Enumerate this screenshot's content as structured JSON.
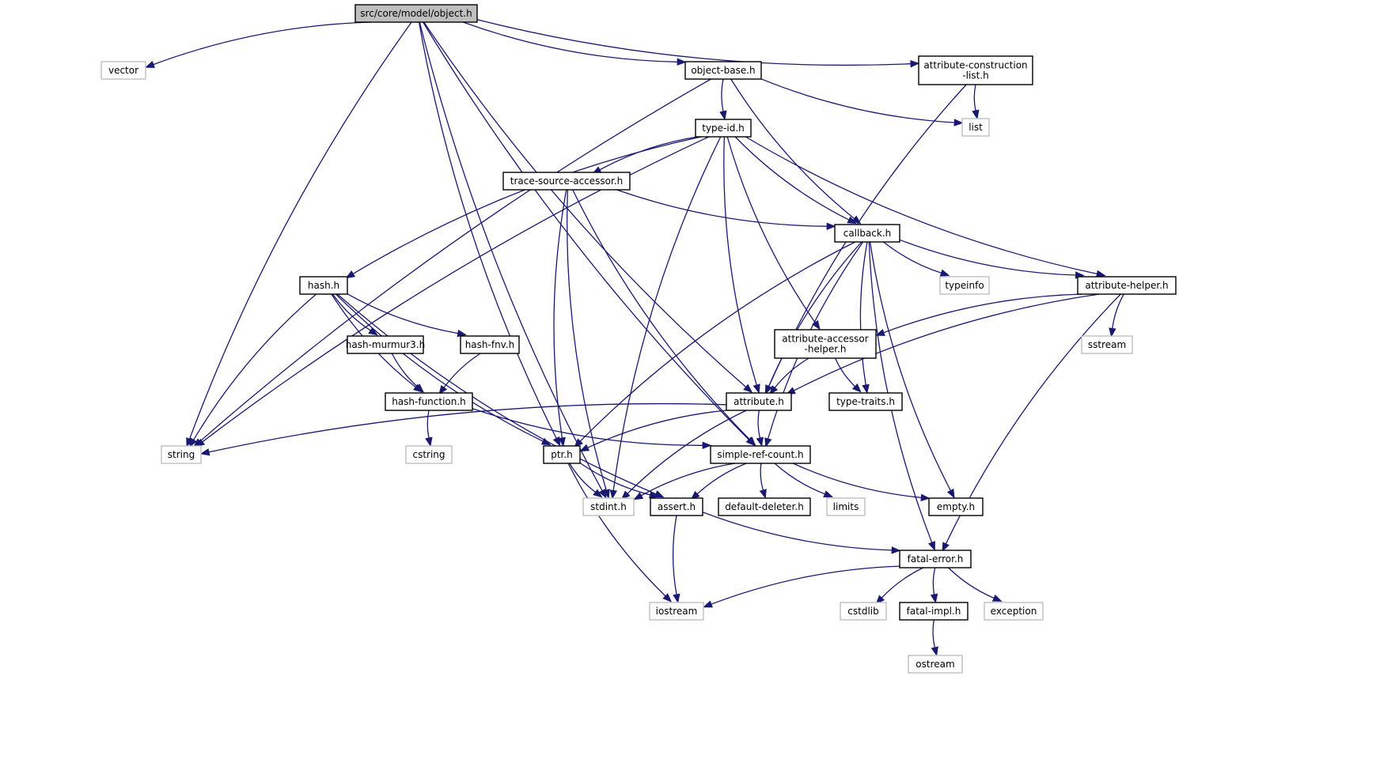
{
  "graph": {
    "colors": {
      "edge": "#191970",
      "root_fill": "#bfbfbf",
      "local_border": "#000000",
      "external_border": "#bfbfbf"
    },
    "nodes": [
      {
        "id": "object",
        "lines": [
          "src/core/model/object.h"
        ],
        "kind": "root"
      },
      {
        "id": "vector",
        "lines": [
          "vector"
        ],
        "kind": "external"
      },
      {
        "id": "object_base",
        "lines": [
          "object-base.h"
        ],
        "kind": "local"
      },
      {
        "id": "attr_constr",
        "lines": [
          "attribute-construction",
          "-list.h"
        ],
        "kind": "local"
      },
      {
        "id": "list",
        "lines": [
          "list"
        ],
        "kind": "external"
      },
      {
        "id": "type_id",
        "lines": [
          "type-id.h"
        ],
        "kind": "local"
      },
      {
        "id": "trace_src",
        "lines": [
          "trace-source-accessor.h"
        ],
        "kind": "local"
      },
      {
        "id": "callback",
        "lines": [
          "callback.h"
        ],
        "kind": "local"
      },
      {
        "id": "hash",
        "lines": [
          "hash.h"
        ],
        "kind": "local"
      },
      {
        "id": "typeinfo",
        "lines": [
          "typeinfo"
        ],
        "kind": "external"
      },
      {
        "id": "attr_helper",
        "lines": [
          "attribute-helper.h"
        ],
        "kind": "local"
      },
      {
        "id": "hash_murmur",
        "lines": [
          "hash-murmur3.h"
        ],
        "kind": "local"
      },
      {
        "id": "hash_fnv",
        "lines": [
          "hash-fnv.h"
        ],
        "kind": "local"
      },
      {
        "id": "attr_acc_helper",
        "lines": [
          "attribute-accessor",
          "-helper.h"
        ],
        "kind": "local"
      },
      {
        "id": "sstream",
        "lines": [
          "sstream"
        ],
        "kind": "external"
      },
      {
        "id": "hash_function",
        "lines": [
          "hash-function.h"
        ],
        "kind": "local"
      },
      {
        "id": "attribute",
        "lines": [
          "attribute.h"
        ],
        "kind": "local"
      },
      {
        "id": "type_traits",
        "lines": [
          "type-traits.h"
        ],
        "kind": "local"
      },
      {
        "id": "string",
        "lines": [
          "string"
        ],
        "kind": "external"
      },
      {
        "id": "cstring",
        "lines": [
          "cstring"
        ],
        "kind": "external"
      },
      {
        "id": "ptr",
        "lines": [
          "ptr.h"
        ],
        "kind": "local"
      },
      {
        "id": "simple_ref",
        "lines": [
          "simple-ref-count.h"
        ],
        "kind": "local"
      },
      {
        "id": "stdint",
        "lines": [
          "stdint.h"
        ],
        "kind": "external"
      },
      {
        "id": "assert",
        "lines": [
          "assert.h"
        ],
        "kind": "local"
      },
      {
        "id": "default_deleter",
        "lines": [
          "default-deleter.h"
        ],
        "kind": "local"
      },
      {
        "id": "limits",
        "lines": [
          "limits"
        ],
        "kind": "external"
      },
      {
        "id": "empty",
        "lines": [
          "empty.h"
        ],
        "kind": "local"
      },
      {
        "id": "fatal_error",
        "lines": [
          "fatal-error.h"
        ],
        "kind": "local"
      },
      {
        "id": "iostream",
        "lines": [
          "iostream"
        ],
        "kind": "external"
      },
      {
        "id": "cstdlib",
        "lines": [
          "cstdlib"
        ],
        "kind": "external"
      },
      {
        "id": "fatal_impl",
        "lines": [
          "fatal-impl.h"
        ],
        "kind": "local"
      },
      {
        "id": "exception",
        "lines": [
          "exception"
        ],
        "kind": "external"
      },
      {
        "id": "ostream",
        "lines": [
          "ostream"
        ],
        "kind": "external"
      }
    ],
    "edges": [
      [
        "object",
        "vector"
      ],
      [
        "object",
        "object_base"
      ],
      [
        "object",
        "attr_constr"
      ],
      [
        "object",
        "string"
      ],
      [
        "object",
        "stdint"
      ],
      [
        "object",
        "ptr"
      ],
      [
        "object",
        "attribute"
      ],
      [
        "object",
        "simple_ref"
      ],
      [
        "object_base",
        "type_id"
      ],
      [
        "object_base",
        "list"
      ],
      [
        "object_base",
        "callback"
      ],
      [
        "object_base",
        "string"
      ],
      [
        "attr_constr",
        "list"
      ],
      [
        "attr_constr",
        "attribute"
      ],
      [
        "type_id",
        "trace_src"
      ],
      [
        "type_id",
        "callback"
      ],
      [
        "type_id",
        "hash"
      ],
      [
        "type_id",
        "string"
      ],
      [
        "type_id",
        "stdint"
      ],
      [
        "type_id",
        "attr_acc_helper"
      ],
      [
        "type_id",
        "attribute"
      ],
      [
        "type_id",
        "attr_helper"
      ],
      [
        "trace_src",
        "callback"
      ],
      [
        "trace_src",
        "ptr"
      ],
      [
        "trace_src",
        "stdint"
      ],
      [
        "trace_src",
        "simple_ref"
      ],
      [
        "callback",
        "typeinfo"
      ],
      [
        "callback",
        "attr_helper"
      ],
      [
        "callback",
        "ptr"
      ],
      [
        "callback",
        "attribute"
      ],
      [
        "callback",
        "type_traits"
      ],
      [
        "callback",
        "simple_ref"
      ],
      [
        "callback",
        "empty"
      ],
      [
        "callback",
        "fatal_error"
      ],
      [
        "hash",
        "hash_murmur"
      ],
      [
        "hash",
        "hash_fnv"
      ],
      [
        "hash",
        "hash_function"
      ],
      [
        "hash",
        "string"
      ],
      [
        "hash",
        "ptr"
      ],
      [
        "hash",
        "assert"
      ],
      [
        "hash_murmur",
        "hash_function"
      ],
      [
        "hash_fnv",
        "hash_function"
      ],
      [
        "attr_helper",
        "attr_acc_helper"
      ],
      [
        "attr_helper",
        "sstream"
      ],
      [
        "attr_helper",
        "attribute"
      ],
      [
        "attr_helper",
        "fatal_error"
      ],
      [
        "attr_acc_helper",
        "attribute"
      ],
      [
        "attr_acc_helper",
        "type_traits"
      ],
      [
        "hash_function",
        "cstring"
      ],
      [
        "hash_function",
        "simple_ref"
      ],
      [
        "attribute",
        "string"
      ],
      [
        "attribute",
        "ptr"
      ],
      [
        "attribute",
        "simple_ref"
      ],
      [
        "attribute",
        "stdint"
      ],
      [
        "ptr",
        "stdint"
      ],
      [
        "ptr",
        "assert"
      ],
      [
        "ptr",
        "iostream"
      ],
      [
        "simple_ref",
        "stdint"
      ],
      [
        "simple_ref",
        "assert"
      ],
      [
        "simple_ref",
        "default_deleter"
      ],
      [
        "simple_ref",
        "limits"
      ],
      [
        "simple_ref",
        "empty"
      ],
      [
        "assert",
        "iostream"
      ],
      [
        "assert",
        "fatal_error"
      ],
      [
        "fatal_error",
        "iostream"
      ],
      [
        "fatal_error",
        "cstdlib"
      ],
      [
        "fatal_error",
        "fatal_impl"
      ],
      [
        "fatal_error",
        "exception"
      ],
      [
        "fatal_impl",
        "ostream"
      ]
    ]
  }
}
